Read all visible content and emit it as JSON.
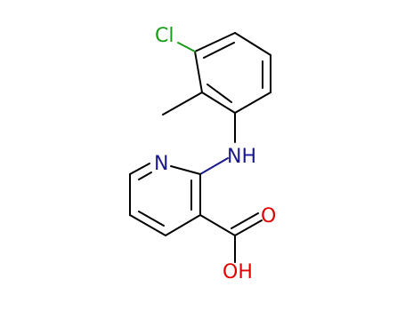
{
  "molecule": {
    "atoms": {
      "chlorine": "Cl",
      "amine_nitrogen": "NH",
      "pyridine_nitrogen": "N",
      "carbonyl_oxygen": "O",
      "hydroxyl": "OH"
    },
    "colors": {
      "bond": "#000000",
      "chlorine": "#1a9a1a",
      "nitrogen": "#1a1a8c",
      "oxygen": "#e00000"
    }
  }
}
